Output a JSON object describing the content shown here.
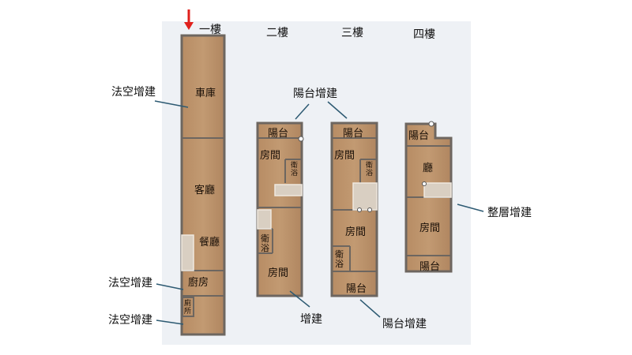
{
  "floors": {
    "f1": "一樓",
    "f2": "二樓",
    "f3": "三樓",
    "f4": "四樓"
  },
  "rooms": {
    "f1": {
      "garage": "車庫",
      "living": "客廳",
      "dining": "餐廳",
      "kitchen": "廚房",
      "toilet": "廁所"
    },
    "f2": {
      "balcony": "陽台",
      "room_top": "房間",
      "bath": "衛浴",
      "bath2": "衛浴",
      "room_bottom": "房間"
    },
    "f3": {
      "balcony_top": "陽台",
      "room_top": "房間",
      "bath_top": "衛浴",
      "room_mid": "房間",
      "bath_mid": "衛浴",
      "balcony_bottom": "陽台"
    },
    "f4": {
      "balcony_top": "陽台",
      "hall": "廳",
      "room": "房間",
      "balcony_bottom": "陽台"
    }
  },
  "annotations": {
    "a1": "法空增建",
    "a2": "陽台增建",
    "a3": "整層增建",
    "a4": "法空增建",
    "a5": "法空增建",
    "a6": "增建",
    "a7": "陽台增建"
  },
  "colors": {
    "floor": "#b48a62",
    "wall": "#6d6660",
    "arrow": "#e0201c",
    "leader": "#2d5a72"
  }
}
